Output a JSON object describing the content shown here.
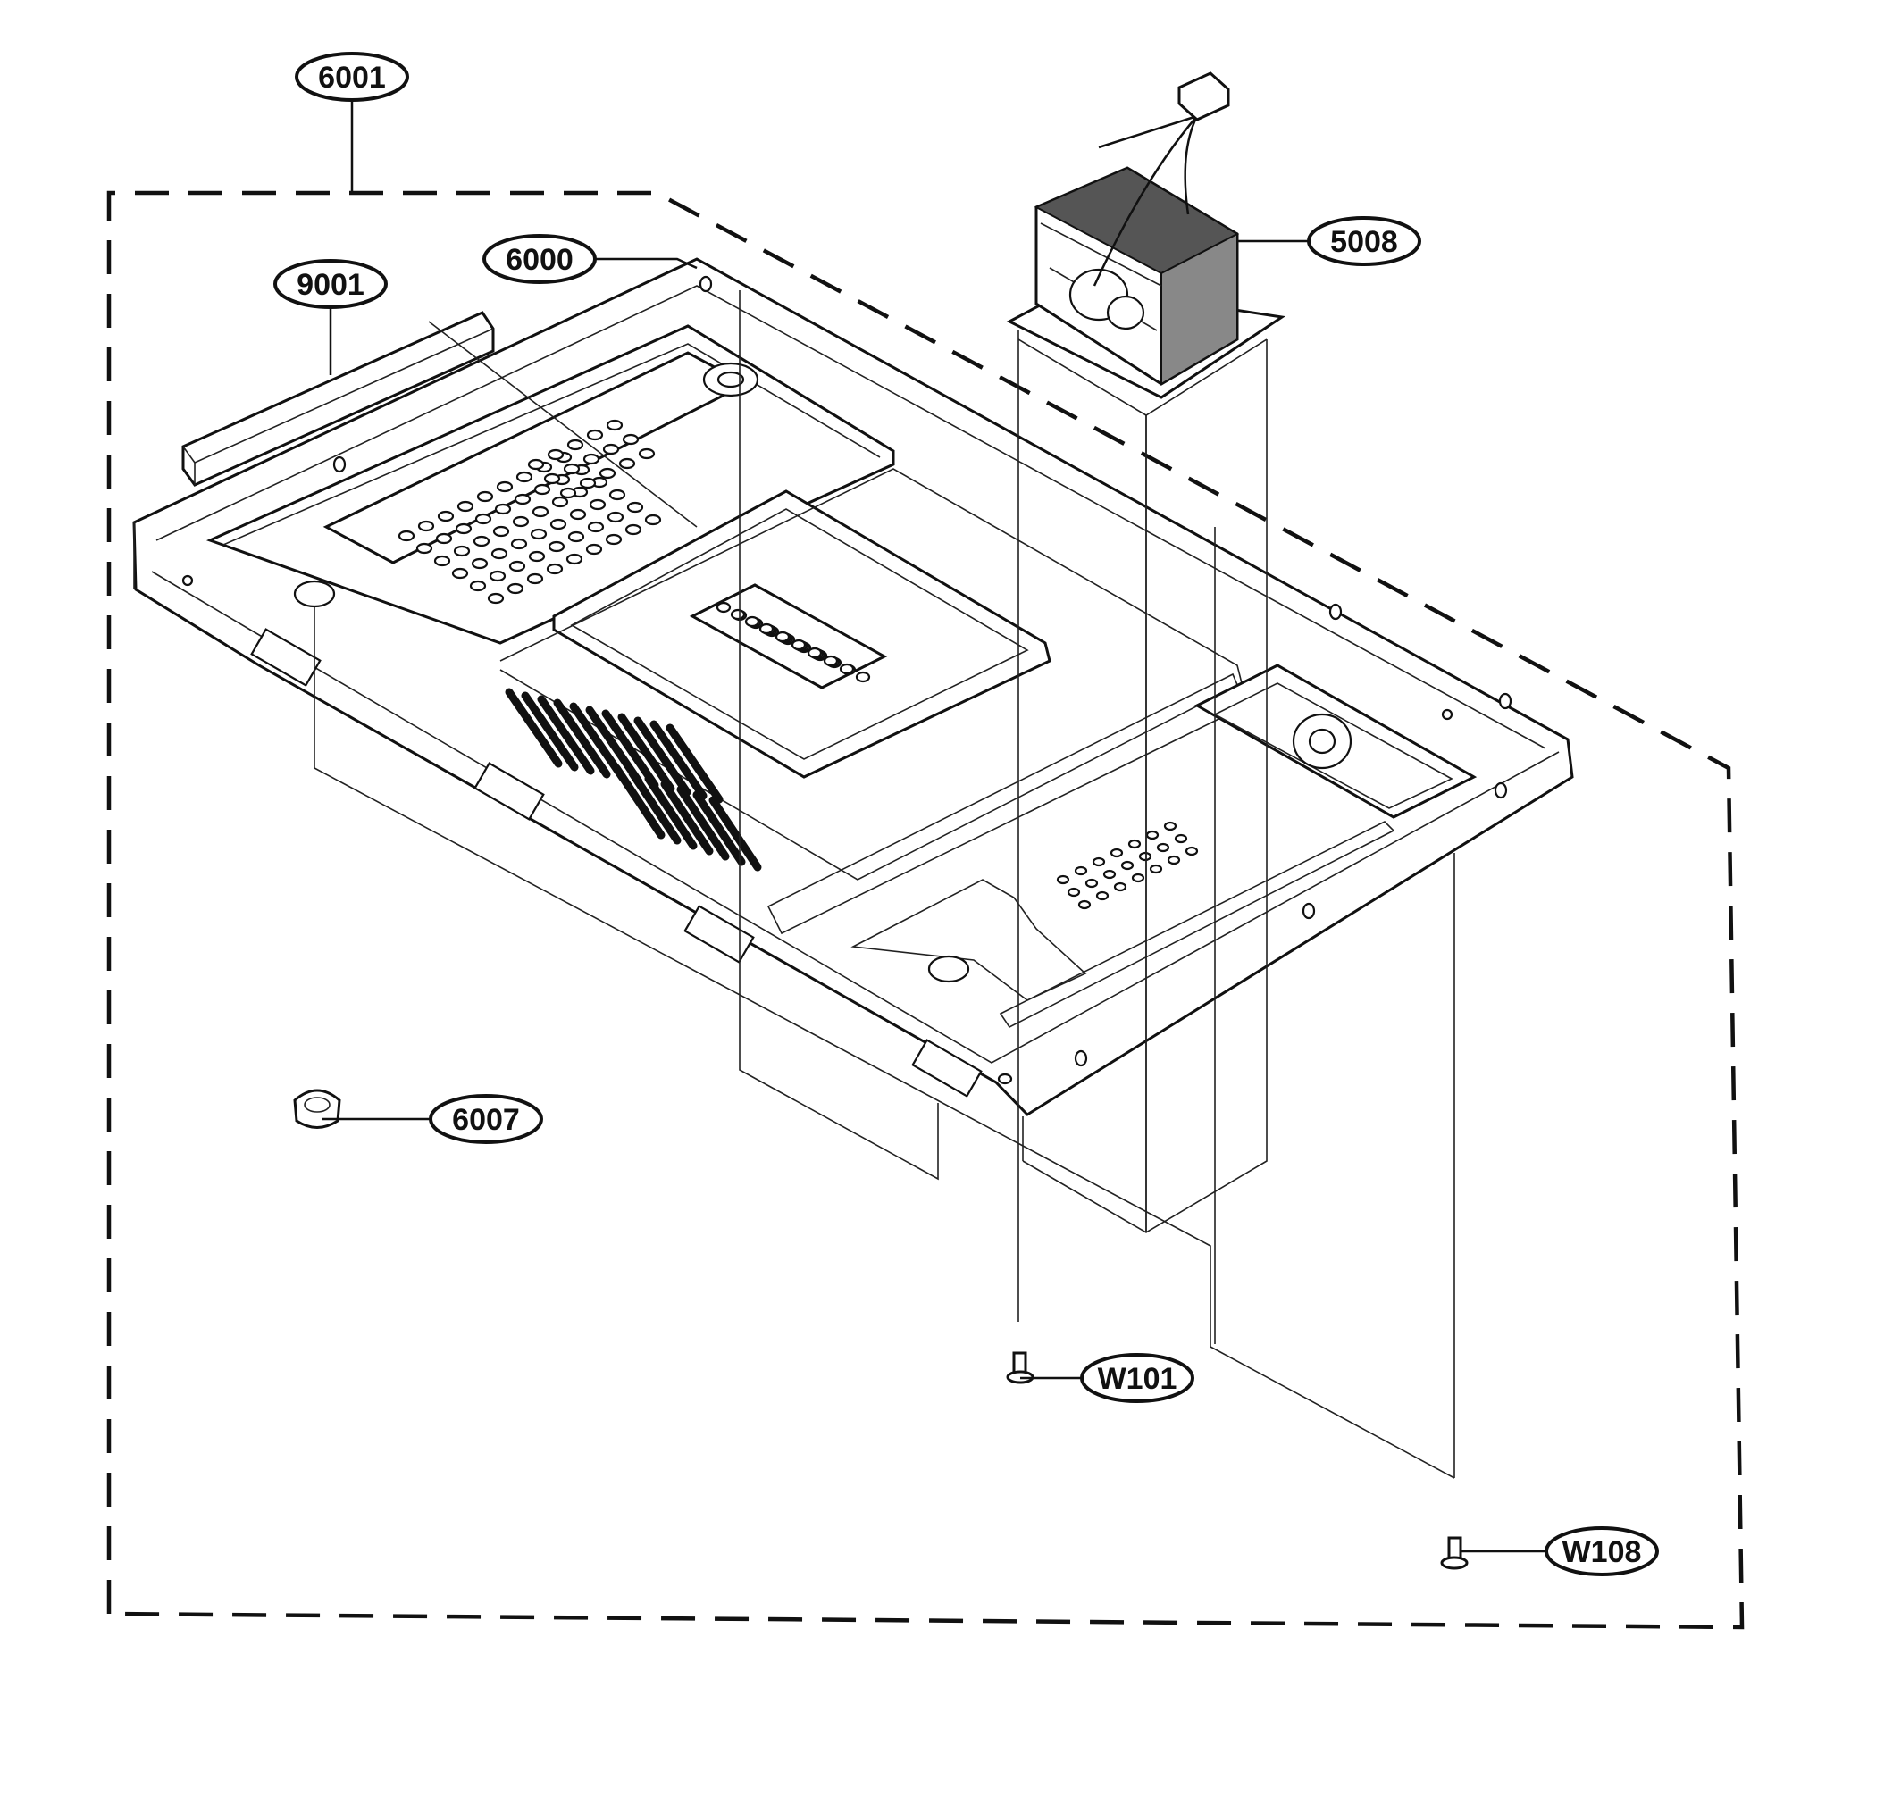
{
  "diagram": {
    "parts": [
      {
        "id": "p6001",
        "label": "6001",
        "name": "chassis-assembly"
      },
      {
        "id": "p6000",
        "label": "6000",
        "name": "base-plate"
      },
      {
        "id": "p9001",
        "label": "9001",
        "name": "rail-bar"
      },
      {
        "id": "p5008",
        "label": "5008",
        "name": "transformer"
      },
      {
        "id": "p6007",
        "label": "6007",
        "name": "foot"
      },
      {
        "id": "pW101",
        "label": "W101",
        "name": "screw-w101"
      },
      {
        "id": "pW108",
        "label": "W108",
        "name": "screw-w108"
      }
    ]
  }
}
